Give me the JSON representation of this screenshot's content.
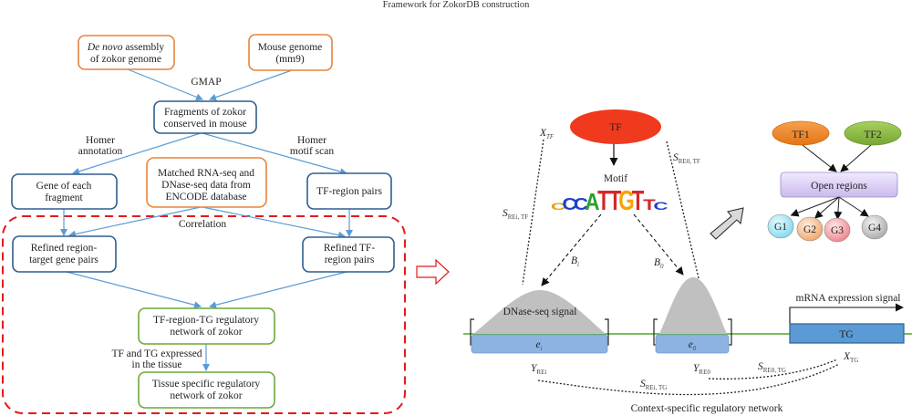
{
  "title": "Framework for ZokorDB construction",
  "left_flow": {
    "nodes": {
      "denovo": {
        "line1_italic": "De novo",
        "line1_rest": " assembly",
        "line2": "of zokor genome"
      },
      "mouse": {
        "line1": "Mouse genome",
        "line2": "(mm9)"
      },
      "fragments": {
        "line1": "Fragments of zokor",
        "line2": "conserved in mouse"
      },
      "gene_fragment": {
        "line1": "Gene of each",
        "line2": "fragment"
      },
      "matched": {
        "line1": "Matched RNA-seq and",
        "line2": "DNase-seq data from",
        "line3": "ENCODE database"
      },
      "tf_region": {
        "line1": "TF-region pairs"
      },
      "refined_region": {
        "line1": "Refined region-",
        "line2": "target gene pairs"
      },
      "refined_tf": {
        "line1": "Refined TF-",
        "line2": "region pairs"
      },
      "network": {
        "line1": "TF-region-TG regulatory",
        "line2": "network of zokor"
      },
      "tissue": {
        "line1": "Tissue specific regulatory",
        "line2": "network of zokor"
      }
    },
    "edge_labels": {
      "gmap": "GMAP",
      "homer_annotation": {
        "line1": "Homer",
        "line2": "annotation"
      },
      "homer_motif": {
        "line1": "Homer",
        "line2": "motif scan"
      },
      "correlation": "Correlation",
      "expressed": {
        "line1": "TF and TG expressed",
        "line2": "in the tissue"
      }
    },
    "colors": {
      "orange_box": "#e8843c",
      "blue_box": "#2f5f8f",
      "green_box": "#6aaa3a",
      "arrow": "#5b9bd5",
      "dashed_region": "#e41a1c"
    }
  },
  "right_model": {
    "tf_label": "TF",
    "motif_label": "Motif",
    "motif_letters": [
      {
        "char": "C",
        "color": "#e8a000"
      },
      {
        "char": "C",
        "color": "#1f3fd0"
      },
      {
        "char": "C",
        "color": "#1f3fd0"
      },
      {
        "char": "A",
        "color": "#2ca02c"
      },
      {
        "char": "T",
        "color": "#d62728"
      },
      {
        "char": "T",
        "color": "#d62728"
      },
      {
        "char": "G",
        "color": "#f5a300"
      },
      {
        "char": "T",
        "color": "#d62728"
      },
      {
        "char": "T",
        "color": "#d62728"
      },
      {
        "char": "C",
        "color": "#1f3fd0"
      }
    ],
    "labels": {
      "x_tf": {
        "main": "X",
        "sub": "TF"
      },
      "s_rei_tf": {
        "main": "S",
        "sub": "REi, TF"
      },
      "s_re0_tf": {
        "main": "S",
        "sub": "RE0, TF"
      },
      "b_i": {
        "main": "B",
        "sub": "i"
      },
      "b_0": {
        "main": "B",
        "sub": "0"
      },
      "dnase_signal": "DNase-seq signal",
      "e_i": {
        "main": "e",
        "sub": "i"
      },
      "e_0": {
        "main": "e",
        "sub": "0"
      },
      "mrna_signal": "mRNA expression signal",
      "tg": "TG",
      "y_rei": {
        "main": "Y",
        "sub": "REi"
      },
      "y_re0": {
        "main": "Y",
        "sub": "RE0"
      },
      "s_re0_tg": {
        "main": "S",
        "sub": "RE0, TG"
      },
      "s_rei_tg": {
        "main": "S",
        "sub": "REi, TG"
      },
      "x_tg": {
        "main": "X",
        "sub": "TG"
      },
      "caption": "Context-specific regulatory network"
    },
    "colors": {
      "tf_ellipse": "#f03a1e",
      "peak": "#c0c0c0",
      "element": "#8db3e2",
      "tg_box": "#5b9bd5",
      "genome_line": "#4ea72e"
    }
  },
  "inset": {
    "tf1": "TF1",
    "tf2": "TF2",
    "open_regions": "Open regions",
    "genes": [
      {
        "label": "G1",
        "color": "#9ee6f5"
      },
      {
        "label": "G2",
        "color": "#f6b984"
      },
      {
        "label": "G3",
        "color": "#f3a0a6"
      },
      {
        "label": "G4",
        "color": "#c4c4c4"
      }
    ],
    "colors": {
      "tf1": "#f0892a",
      "tf2": "#8dbb47",
      "open_regions": "#d9cdf0"
    }
  }
}
